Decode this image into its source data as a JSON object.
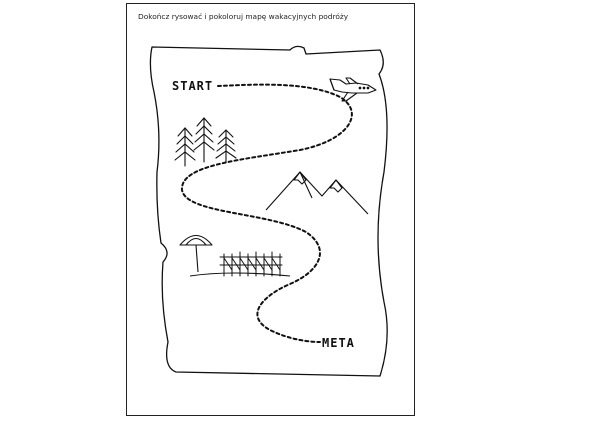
{
  "worksheet": {
    "instruction": "Dokończ rysować i pokoloruj mapę wakacyjnych podróży",
    "start_label": "START",
    "finish_label": "META"
  },
  "icons": [
    "airplane-icon",
    "pine-tree-icon",
    "mountain-icon",
    "beach-umbrella-icon",
    "fence-icon"
  ],
  "colors": {
    "ink": "#111111",
    "paper": "#ffffff"
  }
}
